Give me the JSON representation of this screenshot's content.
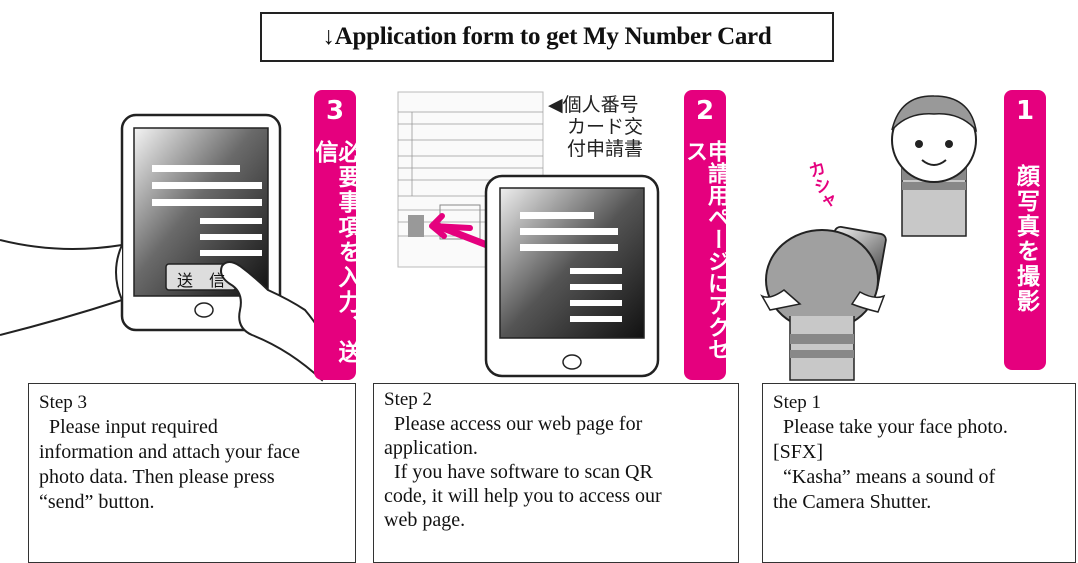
{
  "title": "↓Application form to get My Number Card",
  "panels": {
    "step3": {
      "badge": "3",
      "jp_text": "必要事項を入力、送信",
      "send_button": "送　信",
      "caption": {
        "step": "Step 3",
        "lines": [
          "  Please input required",
          "information and attach your face",
          "photo data. Then please press",
          "“send” button."
        ]
      }
    },
    "step2": {
      "badge": "2",
      "jp_text": "申請用ページにアクセス",
      "form_label": [
        "◀個人番号",
        "　カード交",
        "　付申請書"
      ],
      "caption": {
        "step": "Step 2",
        "lines": [
          "  Please access our web page for",
          "application.",
          "  If you have software to scan QR",
          "code, it will help you to access our",
          "web page."
        ]
      }
    },
    "step1": {
      "badge": "1",
      "jp_text": "顔写真を撮影",
      "sfx": "カシャ",
      "caption": {
        "step": "Step 1",
        "lines": [
          "  Please take your face photo.",
          "[SFX]",
          "  “Kasha” means a sound of",
          "the Camera Shutter."
        ]
      }
    }
  }
}
